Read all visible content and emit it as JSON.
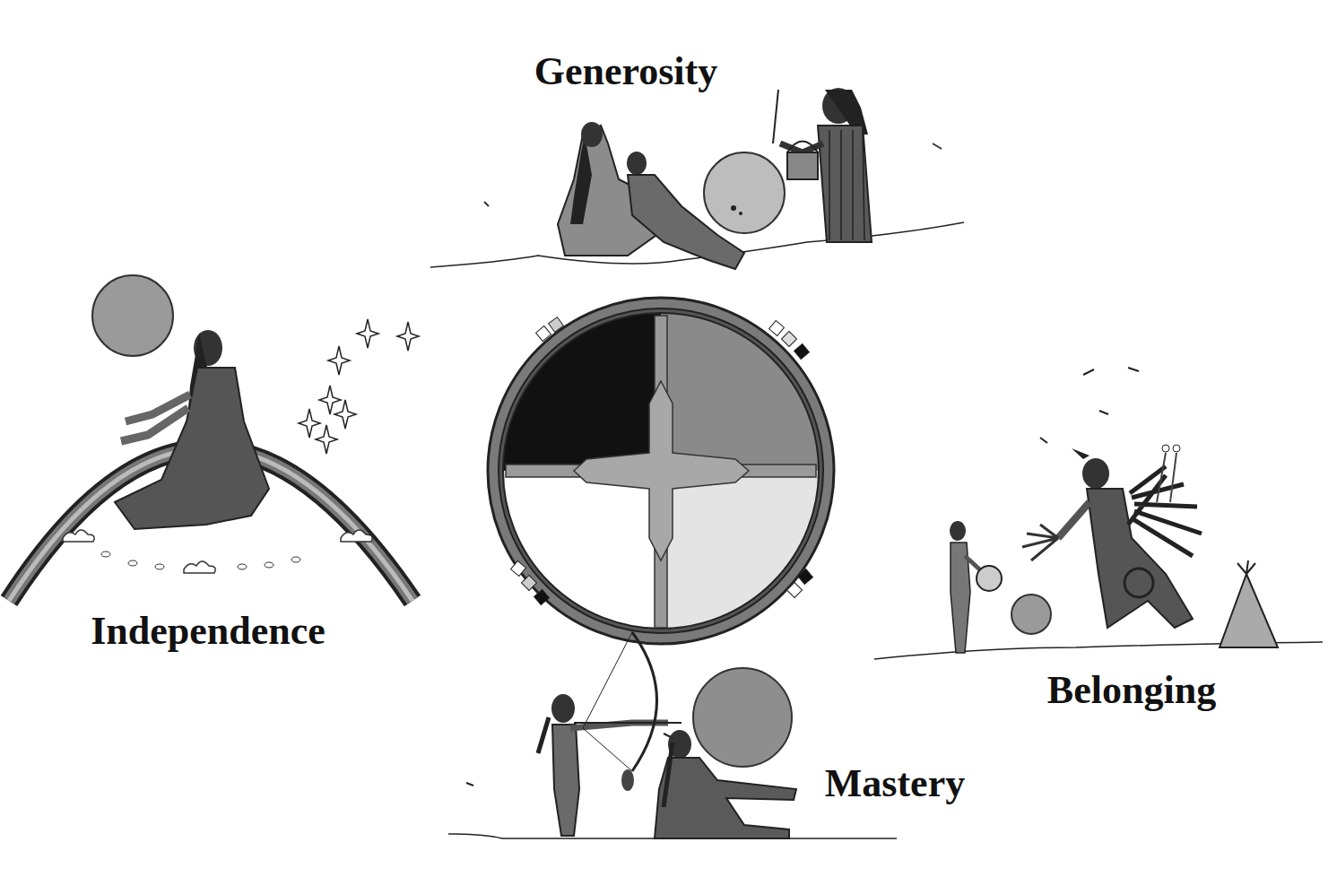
{
  "diagram": {
    "labels": [
      "Generosity",
      "Independence",
      "Belonging",
      "Mastery"
    ]
  }
}
